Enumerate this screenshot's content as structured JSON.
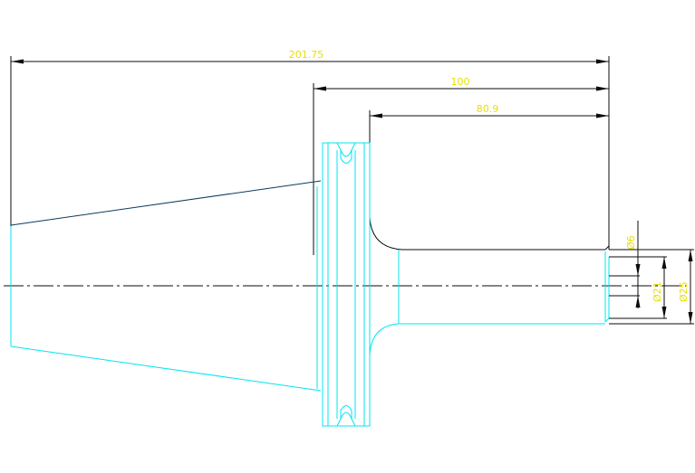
{
  "dimensions": {
    "overall_length": "201.75",
    "flange_to_end": "100",
    "body_length": "80.9",
    "inner_bore": "Ø6",
    "shank_inner": "Ø21",
    "shank_outer": "Ø25"
  },
  "colors": {
    "background": "#ffffff",
    "dimension_text": "#e8e000",
    "part_outline": "#00e5f0",
    "lines": "#0b0b0b"
  }
}
